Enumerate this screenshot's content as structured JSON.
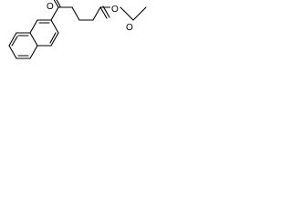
{
  "molecule": {
    "atom_labels": {
      "ketone_oxygen": "O",
      "ester_carbonyl_oxygen": "O",
      "ester_ether_oxygen": "O"
    },
    "colors": {
      "bond": "#000000",
      "background": "#ffffff"
    }
  }
}
